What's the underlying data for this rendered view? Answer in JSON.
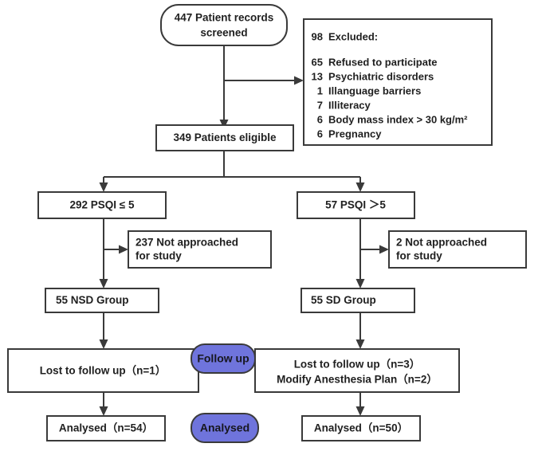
{
  "diagram": {
    "title": "CONSORT patient flow diagram",
    "colors": {
      "badge_fill": "#6f74dc",
      "box_stroke": "#3a3a3a",
      "box_fill": "#ffffff",
      "text": "#1f1f1f"
    }
  },
  "nodes": {
    "screened": {
      "line1": "447 Patient records",
      "line2": "screened"
    },
    "excluded": {
      "header_num": "98",
      "header_label": "Excluded:",
      "items": [
        {
          "num": "65",
          "label": "Refused to participate"
        },
        {
          "num": "13",
          "label": "Psychiatric disorders"
        },
        {
          "num": "1",
          "label": "Illanguage"
        },
        {
          "num": "7",
          "label": "Illiteracy"
        },
        {
          "num": "6",
          "label": "Body mass index > 30 kg/m²"
        },
        {
          "num": "6",
          "label": "Pregnancy"
        }
      ],
      "item_labels": [
        "Refused to participate",
        "Psychiatric disorders",
        "Illanguage barriers",
        "Illiteracy",
        "Body mass index > 30 kg/m²",
        "Pregnancy"
      ]
    },
    "eligible": {
      "text": "349 Patients eligible"
    },
    "psqi_low": {
      "text": "292 PSQI ≤ 5"
    },
    "psqi_high": {
      "text": "57 PSQI ＞5"
    },
    "not_approached_left": {
      "line1": "237  Not approached",
      "line2": "for study"
    },
    "not_approached_right": {
      "line1": "2 Not approached",
      "line2": "for study"
    },
    "nsd_group": {
      "text": "55  NSD Group"
    },
    "sd_group": {
      "text": "55  SD Group"
    },
    "lost_left": {
      "line1": "Lost to follow up（n=1）"
    },
    "lost_right": {
      "line1": "Lost to follow up（n=3）",
      "line2": "Modify Anesthesia Plan（n=2）"
    },
    "analysed_left": {
      "text": "Analysed（n=54）"
    },
    "analysed_right": {
      "text": "Analysed（n=50）"
    }
  },
  "badges": {
    "follow_up": {
      "label": "Follow  up"
    },
    "analysed": {
      "label": "Analysed"
    }
  }
}
